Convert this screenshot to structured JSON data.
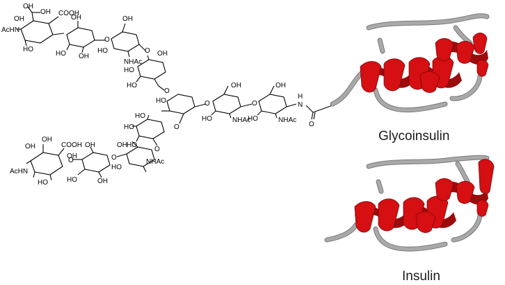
{
  "labels": {
    "glycoinsulin": "Glycoinsulin",
    "insulin": "Insulin"
  },
  "chemistry": {
    "oh": "OH",
    "cooh": "COOH",
    "achn": "AcHN",
    "nhac": "NHAc",
    "ho": "HO",
    "h": "H",
    "n": "N",
    "o": "O"
  },
  "colors": {
    "helix": "#d50f12",
    "coil": "#a9a9a9"
  }
}
